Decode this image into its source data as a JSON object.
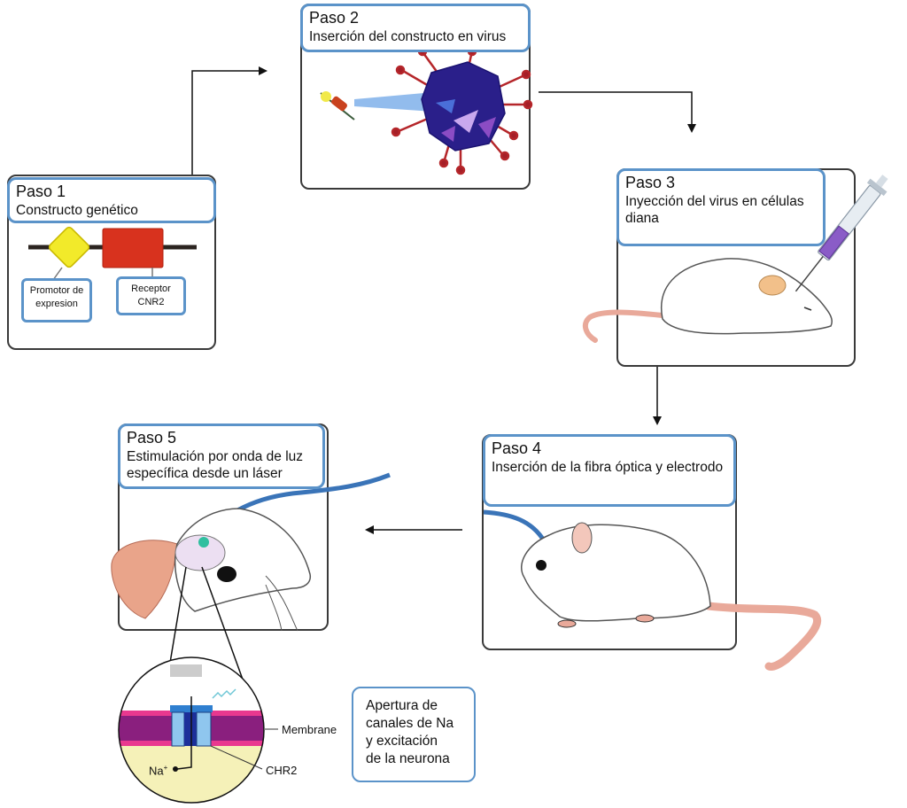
{
  "steps": [
    {
      "title": "Paso 1",
      "description": "Constructo genético"
    },
    {
      "title": "Paso 2",
      "description": "Inserción del constructo en virus"
    },
    {
      "title": "Paso 3",
      "description": "Inyección del virus en células diana"
    },
    {
      "title": "Paso 4",
      "description": "Inserción de la fibra óptica y electrodo"
    },
    {
      "title": "Paso 5",
      "description": "Estimulación por onda de luz específica desde un láser"
    }
  ],
  "step1_parts": {
    "promoter": "Promotor de expresion",
    "receptor": "Receptor CNR2"
  },
  "membrane_diagram": {
    "membrane_label": "Membrane",
    "channel_label": "CHR2",
    "ion_label": "Na",
    "ion_charge": "+"
  },
  "callout": "Apertura de\ncanales de Na\ny excitación\nde la neurona",
  "colors": {
    "label_border": "#5b93c9",
    "promoter": "#f2ea2a",
    "receptor": "#d8321e",
    "virus": "#2a1f8a",
    "mouse_tail": "#e9a99a",
    "fiber": "#3a74b8",
    "membrane": "#b0267e",
    "cytoplasm": "#f5f1b8"
  }
}
